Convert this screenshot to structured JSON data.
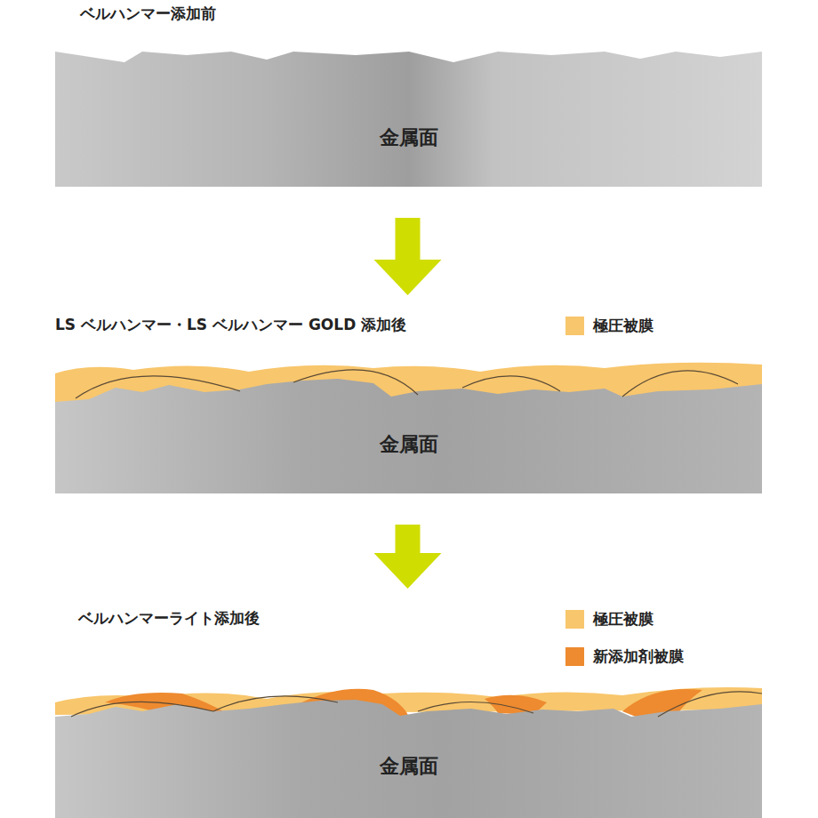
{
  "diagram": {
    "nodes": [
      {
        "text": [
          "ベルハンマー添加前",
          "金属面"
        ]
      },
      {
        "text": [
          "LS ベルハンマー・LS ベルハンマー GOLD 添加後",
          "金属面"
        ]
      },
      {
        "text": [
          "ベルハンマーライト添加後",
          "金属面"
        ]
      }
    ],
    "edges": [
      {
        "from": 0,
        "to": 1,
        "arrow": "to"
      },
      {
        "from": 1,
        "to": 2,
        "arrow": "to"
      }
    ],
    "legend": [
      {
        "text": "極圧被膜",
        "color": "#f8c66c"
      },
      {
        "text": "極圧被膜",
        "color": "#f8c66c"
      },
      {
        "text": "新添加剤被膜",
        "color": "#ee8a2f"
      }
    ]
  }
}
